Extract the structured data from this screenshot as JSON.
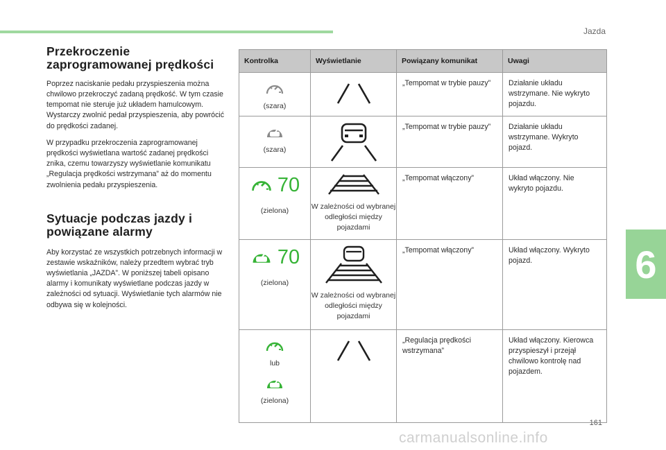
{
  "header": {
    "section": "Jazda"
  },
  "chapter": {
    "number": "6"
  },
  "footer": {
    "page": "161",
    "watermark": "carmanualsonline.info"
  },
  "left": {
    "heading1": "Przekroczenie zaprogramowanej prędkości",
    "p1": "Poprzez naciskanie pedału przyspieszenia można chwilowo przekroczyć zadaną prędkość. W tym czasie tempomat nie steruje już układem hamulcowym. Wystarczy zwolnić pedał przyspieszenia, aby powrócić do prędkości zadanej.",
    "p2": "W przypadku przekroczenia zaprogramowanej prędkości wyświetlana wartość zadanej prędkości znika, czemu towarzyszy wyświetlanie komunikatu „Regulacja prędkości wstrzymana” aż do momentu zwolnienia pedału przyspieszenia.",
    "heading2": "Sytuacje podczas jazdy i powiązane alarmy",
    "p3": "Aby korzystać ze wszystkich potrzebnych informacji w zestawie wskaźników, należy przedtem wybrać tryb wyświetlania „JAZDA”. W poniższej tabeli opisano alarmy i komunikaty wyświetlane podczas jazdy w zależności od sytuacji. Wyświetlanie tych alarmów nie odbywa się w kolejności."
  },
  "table": {
    "headers": [
      "Kontrolka",
      "Wyświetlanie",
      "Powiązany komunikat",
      "Uwagi"
    ],
    "rows": [
      {
        "caption": "(szara)",
        "message": "„Tempomat w trybie pauzy”",
        "notes": "Działanie układu wstrzymane. Nie wykryto pojazdu."
      },
      {
        "caption": "(szara)",
        "message": "„Tempomat w trybie pauzy”",
        "notes": "Działanie układu wstrzymane. Wykryto pojazd."
      },
      {
        "caption": "(zielona)",
        "speed": "70",
        "display_caption": "W zależności od wybranej odległości między pojazdami",
        "message": "„Tempomat włączony”",
        "notes": "Układ włączony. Nie wykryto pojazdu."
      },
      {
        "caption": "(zielona)",
        "speed": "70",
        "display_caption": "W zależności od wybranej odległości między pojazdami",
        "message": "„Tempomat włączony”",
        "notes": "Układ włączony. Wykryto pojazd."
      },
      {
        "or_label": "lub",
        "caption": "(zielona)",
        "message": "„Regulacja prędkości wstrzymana”",
        "notes": "Układ włączony. Kierowca przyspieszył i przejął chwilowo kontrolę nad pojazdem."
      }
    ]
  },
  "colors": {
    "gray_icon": "#8a8a8a",
    "green_icon": "#36b336",
    "header_bg": "#c8c8c8",
    "accent_bar": "#9fd99f",
    "chapter_tab": "#97d497"
  }
}
